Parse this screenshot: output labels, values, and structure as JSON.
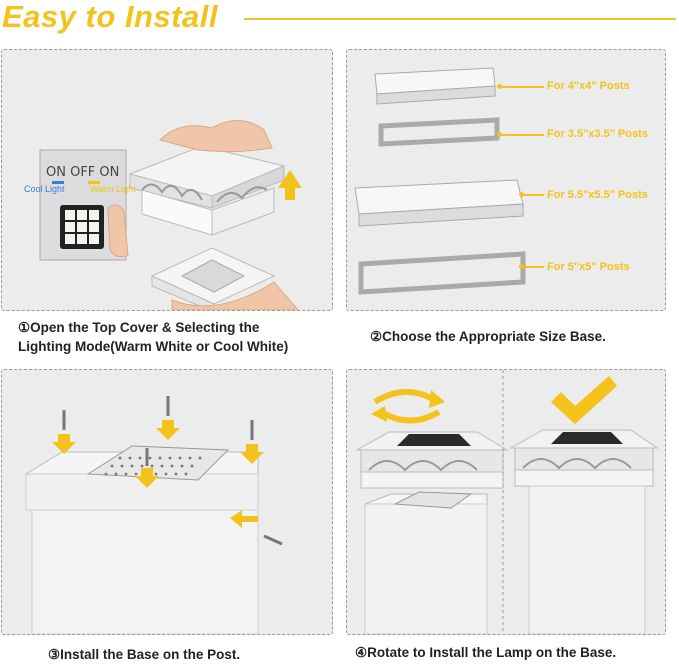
{
  "header": {
    "title": "Easy to Install"
  },
  "steps": [
    {
      "caption_line1": "①Open the Top Cover & Selecting the",
      "caption_line2": "Lighting Mode(Warm White or Cool White)"
    },
    {
      "caption": "②Choose the Appropriate Size Base."
    },
    {
      "caption": "③Install the Base on the Post."
    },
    {
      "caption": "④Rotate to Install the Lamp on the Base."
    }
  ],
  "switch": {
    "label": "ON OFF ON",
    "cool": "Cool Light",
    "warm": "Warm Light"
  },
  "sizes": [
    "For 4\"x4\" Posts",
    "For 3.5\"x3.5\" Posts",
    "For 5.5\"x5.5\" Posts",
    "For 5\"x5\" Posts"
  ],
  "colors": {
    "accent": "#f3c21b",
    "panel_bg": "#ececec",
    "text": "#222222"
  }
}
